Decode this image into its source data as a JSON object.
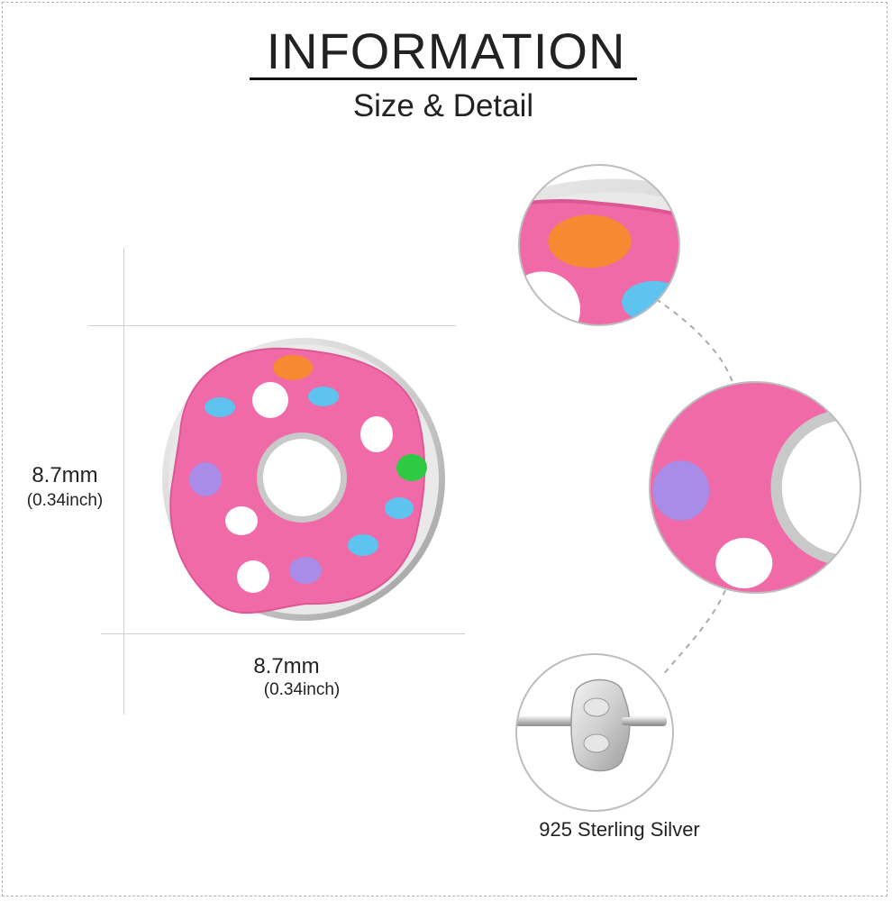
{
  "header": {
    "title": "INFORMATION",
    "subtitle": "Size & Detail"
  },
  "dimensions": {
    "height": {
      "value": "8.7mm",
      "inch": "(0.34inch)"
    },
    "width": {
      "value": "8.7mm",
      "inch": "(0.34inch)"
    }
  },
  "detail": {
    "material": "925 Sterling Silver"
  },
  "colors": {
    "frosting": "#f06aa8",
    "silver": "#d9d9d9",
    "sprinkle_blue": "#5ec3ee",
    "sprinkle_orange": "#f58a33",
    "sprinkle_green": "#2fca44",
    "sprinkle_purple": "#a98be8",
    "sprinkle_white": "#ffffff"
  }
}
